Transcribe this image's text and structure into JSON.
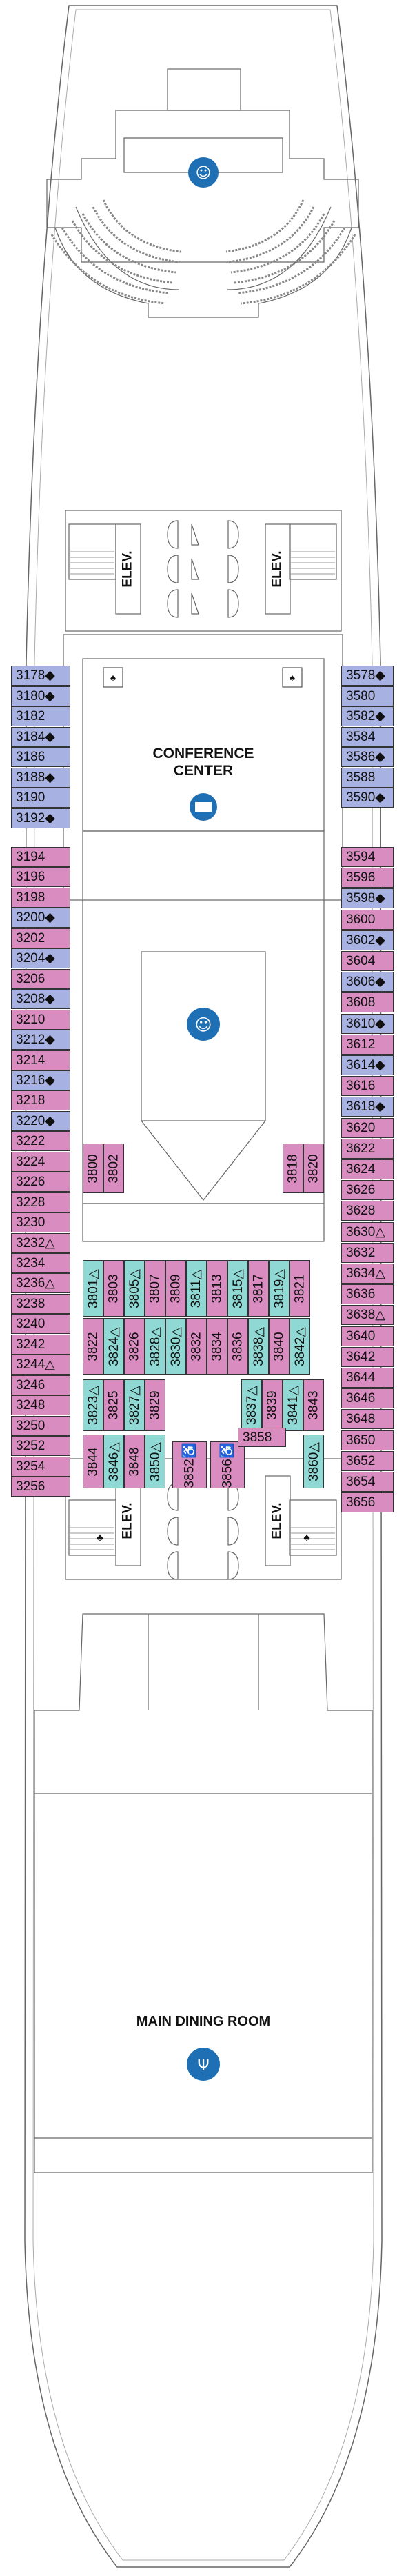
{
  "colors": {
    "standard": "#d98cbf",
    "accessible": "#a7b2e2",
    "interior_alt": "#8fd8d4",
    "icon_blue": "#1f6fb5"
  },
  "labels": {
    "conference": [
      "CONFERENCE",
      "CENTER"
    ],
    "dining": "MAIN DINING ROOM",
    "elevator": "ELEV."
  },
  "icons": [
    "theater-icon",
    "restroom-icon",
    "meeting-icon",
    "dining-icon",
    "wheelchair-icon"
  ],
  "cabins": {
    "left_outer": [
      "3178◆",
      "3180◆",
      "3182",
      "3184◆",
      "3186",
      "3188◆",
      "3190",
      "3192◆",
      "3194",
      "3196",
      "3198",
      "3200◆",
      "3202",
      "3204◆",
      "3206",
      "3208◆",
      "3210",
      "3212◆",
      "3214",
      "3216◆",
      "3218",
      "3220◆",
      "3222",
      "3224",
      "3226",
      "3228",
      "3230",
      "3232△",
      "3234",
      "3236△",
      "3238",
      "3240",
      "3242",
      "3244△",
      "3246",
      "3248",
      "3250",
      "3252",
      "3254",
      "3256"
    ],
    "right_outer": [
      "3578◆",
      "3580",
      "3582◆",
      "3584",
      "3586◆",
      "3588",
      "3590◆",
      "3594",
      "3596",
      "3598◆",
      "3600",
      "3602◆",
      "3604",
      "3606◆",
      "3608",
      "3610◆",
      "3612",
      "3614◆",
      "3616",
      "3618◆",
      "3620",
      "3622",
      "3624",
      "3626",
      "3628",
      "3630△",
      "3632",
      "3634△",
      "3636",
      "3638△",
      "3640",
      "3642",
      "3644",
      "3646",
      "3648",
      "3650",
      "3652",
      "3654",
      "3656"
    ],
    "inner_pairs": [
      "3800",
      "3802",
      "3818",
      "3820"
    ],
    "inner_top": [
      "3801△",
      "3803",
      "3805△",
      "3807",
      "3809",
      "3811△",
      "3813",
      "3815△",
      "3817",
      "3819△",
      "3821"
    ],
    "inner_mid": [
      "3822",
      "3824△",
      "3826",
      "3828△",
      "3830△",
      "3832",
      "3834",
      "3836",
      "3838△",
      "3840",
      "3842△"
    ],
    "inner_low_left": [
      "3823△",
      "3825",
      "3827△",
      "3829"
    ],
    "inner_low_right": [
      "3837△",
      "3839",
      "3841△",
      "3843"
    ],
    "inner_bottom_left": [
      "3844",
      "3846△",
      "3848",
      "3850△"
    ],
    "inner_bottom_mid": [
      "3852♿",
      "3856♿"
    ],
    "inner_bottom_right": [
      "3858",
      "3860△"
    ]
  }
}
